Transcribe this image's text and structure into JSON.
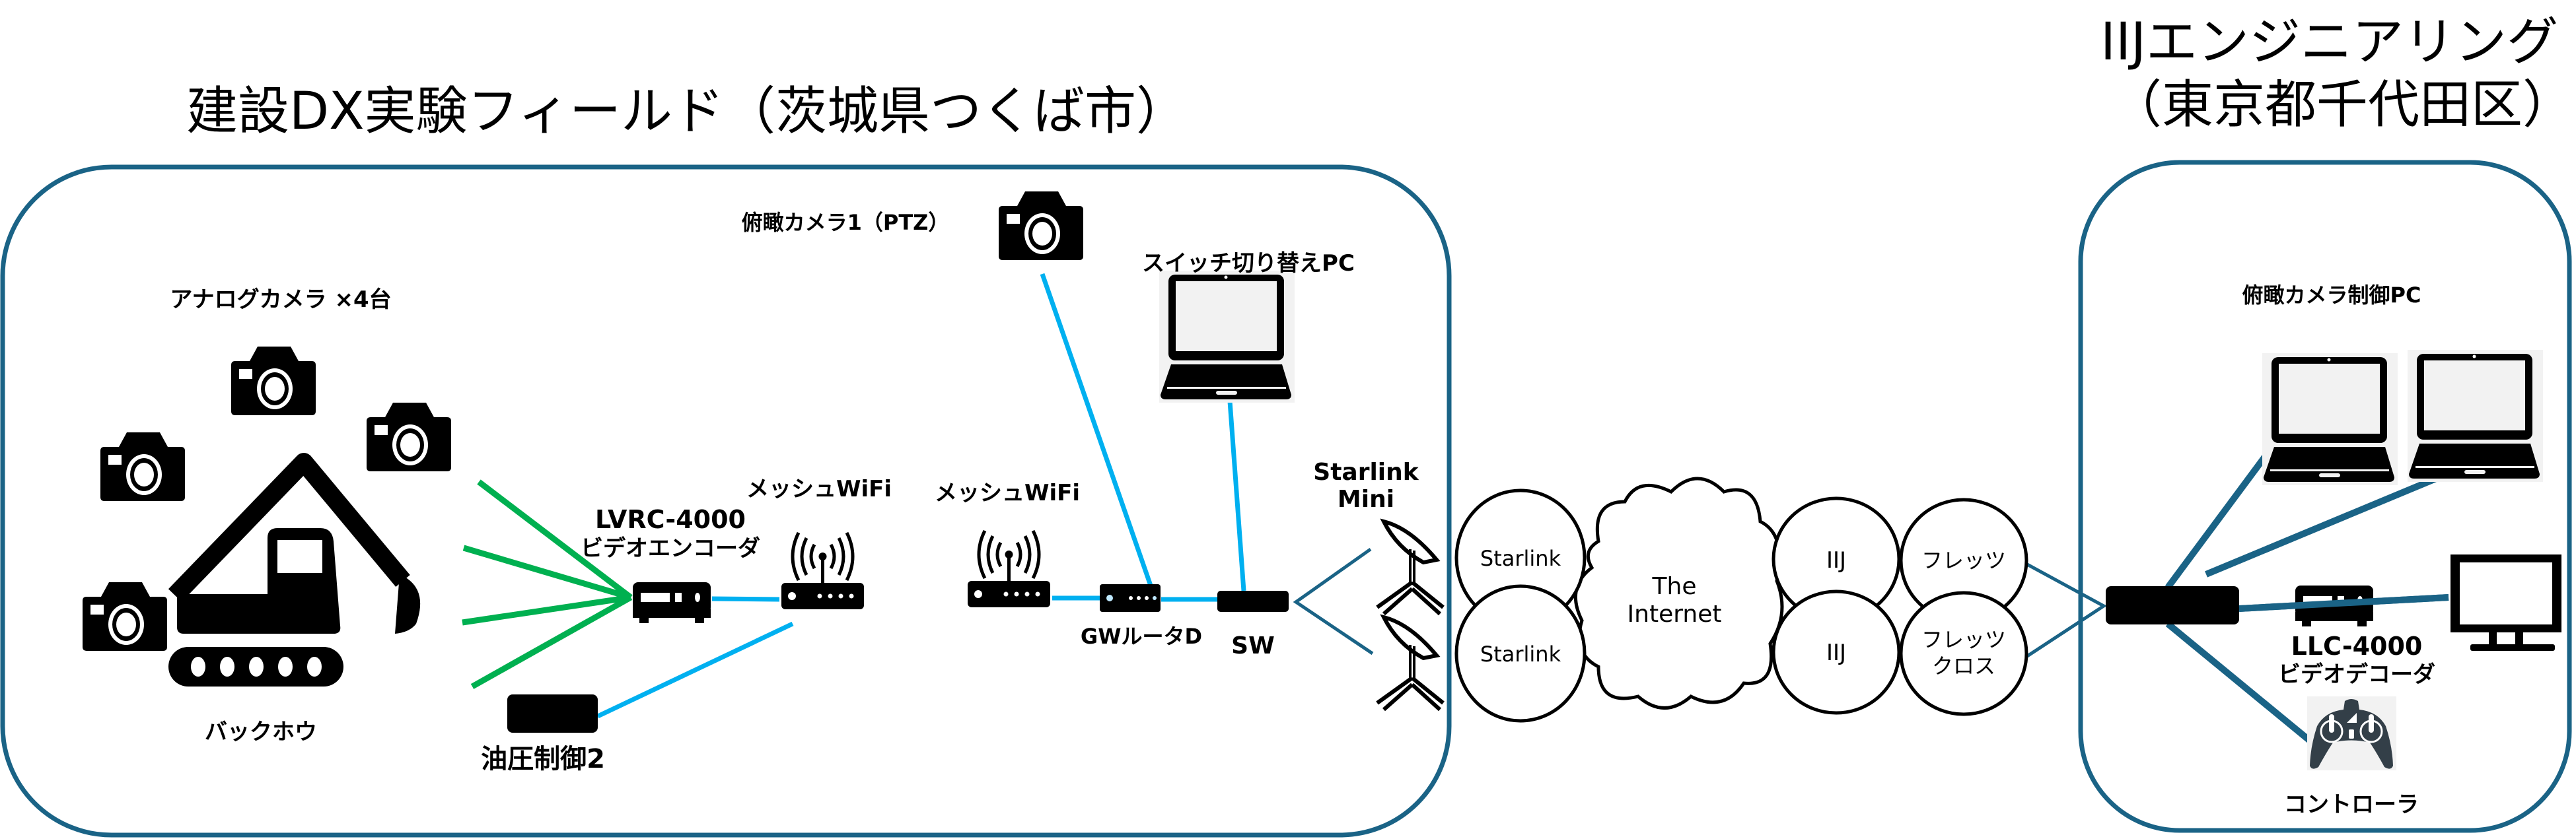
{
  "titles": {
    "left_site": "建設DX実験フィールド（茨城県つくば市）",
    "right_site_line1": "IIJエンジニアリング",
    "right_site_line2": "（東京都千代田区）"
  },
  "colors": {
    "site_border": "#1a6386",
    "analog_video_link": "#00b050",
    "lan_link": "#00b0f0",
    "wan_link": "#1a6386",
    "controller_icon": "#333f48"
  },
  "left_site": {
    "analog_cameras": {
      "label": "アナログカメラ ×4台",
      "count": 4,
      "icon": "camera-icon"
    },
    "backhoe": {
      "label": "バックホウ",
      "icon": "excavator-icon"
    },
    "hydraulic_control": {
      "label": "油圧制御2",
      "icon": "control-box-icon"
    },
    "video_encoder": {
      "label_line1": "LVRC-4000",
      "label_line2": "ビデオエンコーダ",
      "icon": "video-encoder-icon"
    },
    "mesh_wifi_1": {
      "label": "メッシュWiFi",
      "icon": "wifi-router-icon"
    },
    "mesh_wifi_2": {
      "label": "メッシュWiFi",
      "icon": "wifi-router-icon"
    },
    "gw_router": {
      "label": "GWルータD",
      "icon": "router-icon"
    },
    "switch": {
      "label": "SW",
      "icon": "switch-icon"
    },
    "ptz_camera": {
      "label": "俯瞰カメラ1（PTZ）",
      "icon": "camera-icon"
    },
    "switching_pc": {
      "label": "スイッチ切り替えPC",
      "icon": "laptop-icon"
    },
    "starlink_mini": {
      "label_line1": "Starlink",
      "label_line2": "Mini",
      "count": 2,
      "icon": "satellite-dish-icon"
    }
  },
  "network": {
    "starlink_nodes": [
      "Starlink",
      "Starlink"
    ],
    "internet_cloud": {
      "line1": "The",
      "line2": "Internet"
    },
    "isp_nodes": [
      "IIJ",
      "IIJ"
    ],
    "access_nodes": [
      {
        "line1": "フレッツ",
        "line2": ""
      },
      {
        "line1": "フレッツ",
        "line2": "クロス"
      }
    ]
  },
  "right_site": {
    "control_pcs": {
      "label": "俯瞰カメラ制御PC",
      "count": 2,
      "icon": "laptop-icon"
    },
    "router": {
      "icon": "router-icon"
    },
    "video_decoder": {
      "label_line1": "LLC-4000",
      "label_line2": "ビデオデコーダ",
      "icon": "video-decoder-icon"
    },
    "monitor": {
      "icon": "monitor-icon"
    },
    "controller": {
      "label": "コントローラ",
      "icon": "gamepad-icon"
    }
  }
}
